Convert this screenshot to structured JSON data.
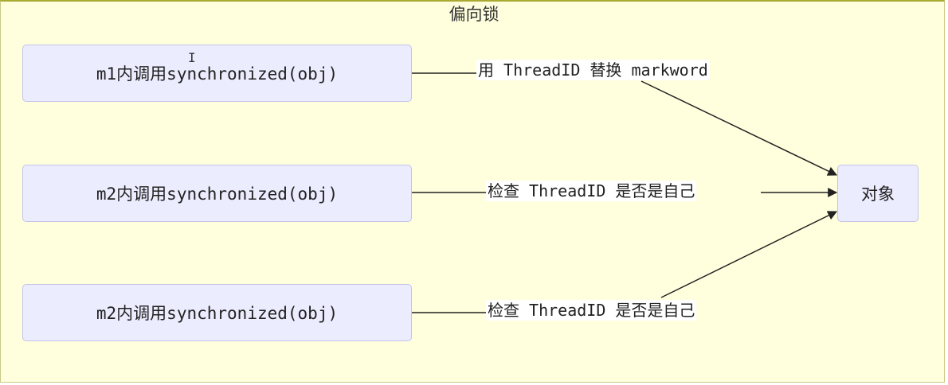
{
  "diagram": {
    "title": "偏向锁",
    "nodes": [
      {
        "id": "m1",
        "label": "m1内调用synchronized(obj)"
      },
      {
        "id": "m2a",
        "label": "m2内调用synchronized(obj)"
      },
      {
        "id": "m2b",
        "label": "m2内调用synchronized(obj)"
      },
      {
        "id": "obj",
        "label": "对象"
      }
    ],
    "edges": [
      {
        "from": "m1",
        "to": "obj",
        "label": "用 ThreadID 替换 markword"
      },
      {
        "from": "m2a",
        "to": "obj",
        "label": "检查 ThreadID 是否是自己"
      },
      {
        "from": "m2b",
        "to": "obj",
        "label": "检查 ThreadID 是否是自己"
      }
    ],
    "colors": {
      "background": "#ffffde",
      "node_fill": "#ececff",
      "node_border": "#c3c3ea",
      "edge": "#222222"
    }
  }
}
